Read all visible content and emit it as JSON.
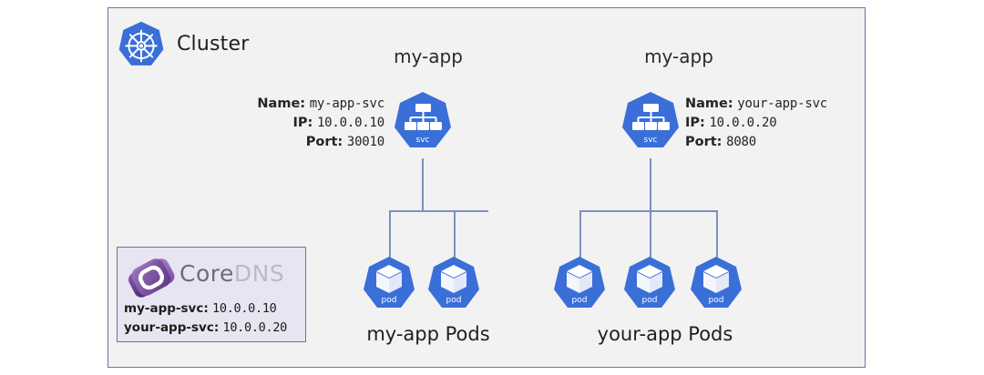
{
  "cluster": {
    "label": "Cluster",
    "logo_icon": "kubernetes-wheel-icon",
    "border_color": "#6878a8",
    "background_color": "#f2f2f2"
  },
  "groups": [
    {
      "id": "left",
      "title": "my-app",
      "pods_caption": "my-app Pods",
      "service": {
        "icon": "service-icon",
        "icon_label": "svc",
        "name_key": "Name:",
        "name_value": "my-app-svc",
        "ip_key": "IP:",
        "ip_value": "10.0.0.10",
        "port_key": "Port:",
        "port_value": "30010"
      },
      "pods": [
        {
          "label": "pod",
          "icon": "pod-cube-icon"
        },
        {
          "label": "pod",
          "icon": "pod-cube-icon"
        }
      ]
    },
    {
      "id": "right",
      "title": "my-app",
      "pods_caption": "your-app Pods",
      "service": {
        "icon": "service-icon",
        "icon_label": "svc",
        "name_key": "Name:",
        "name_value": "your-app-svc",
        "ip_key": "IP:",
        "ip_value": "10.0.0.20",
        "port_key": "Port:",
        "port_value": "8080"
      },
      "pods": [
        {
          "label": "pod",
          "icon": "pod-cube-icon"
        },
        {
          "label": "pod",
          "icon": "pod-cube-icon"
        },
        {
          "label": "pod",
          "icon": "pod-cube-icon"
        }
      ]
    }
  ],
  "coredns": {
    "logo_icon": "coredns-logo-icon",
    "word_core": "Core",
    "word_dns": "DNS",
    "records": [
      {
        "host": "my-app-svc:",
        "ip": "10.0.0.10"
      },
      {
        "host": "your-app-svc:",
        "ip": "10.0.0.20"
      }
    ],
    "panel_background": "#e8e5f2",
    "panel_border": "#6f6fa8"
  },
  "colors": {
    "k8s_blue": "#3a6fd8",
    "k8s_blue_dark": "#3362c4",
    "connector": "#7d90bf",
    "text_dark": "#1f1f1f"
  }
}
